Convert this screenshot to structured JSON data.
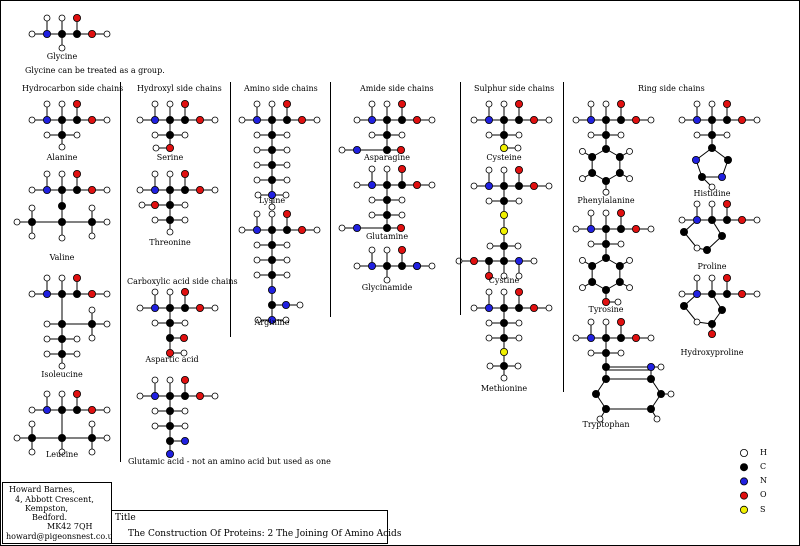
{
  "glycine": {
    "name": "Glycine",
    "note": "Glycine can be treated as a group."
  },
  "sections": {
    "hydrocarbon": "Hydrocarbon side chains",
    "hydroxyl": "Hydroxyl side chains",
    "amino": "Amino side chains",
    "amide": "Amide side chains",
    "sulphur": "Sulphur side chains",
    "ring": "Ring side chains",
    "carboxylic": "Carboxylic acid side chains"
  },
  "acids": {
    "alanine": "Alanine",
    "valine": "Valine",
    "isoleucine": "Isoleucine",
    "leucine": "Leucine",
    "serine": "Serine",
    "threonine": "Threonine",
    "aspartic": "Aspartic acid",
    "glutamic": "Glutamic acid - not an amino acid but used as one",
    "lysine": "Lysine",
    "arginine": "Arginine",
    "asparagine": "Asparagine",
    "glutamine": "Glutamine",
    "glycinamide": "Glycinamide",
    "cysteine": "Cysteine",
    "cystine": "Cystine",
    "methionine": "Methionine",
    "phenylalanine": "Phenylalanine",
    "tyrosine": "Tyrosine",
    "tryptophan": "Tryptophan",
    "histidine": "Histidine",
    "proline": "Proline",
    "hydroxyproline": "Hydroxyproline"
  },
  "legend": [
    {
      "symbol": "H",
      "color": "#ffffff"
    },
    {
      "symbol": "C",
      "color": "#000000"
    },
    {
      "symbol": "N",
      "color": "#2020e0"
    },
    {
      "symbol": "O",
      "color": "#e01010"
    },
    {
      "symbol": "S",
      "color": "#f0f000"
    }
  ],
  "author": {
    "name": "Howard Barnes,",
    "line1": "4, Abbott Crescent,",
    "line2": "Kempston,",
    "line3": "Bedford.",
    "line4": "MK42   7QH",
    "email": "howard@pigeonsnest.co.uk"
  },
  "title_box": {
    "label": "Title",
    "text": "The Construction Of Proteins: 2 The Joining Of Amino Acids"
  }
}
